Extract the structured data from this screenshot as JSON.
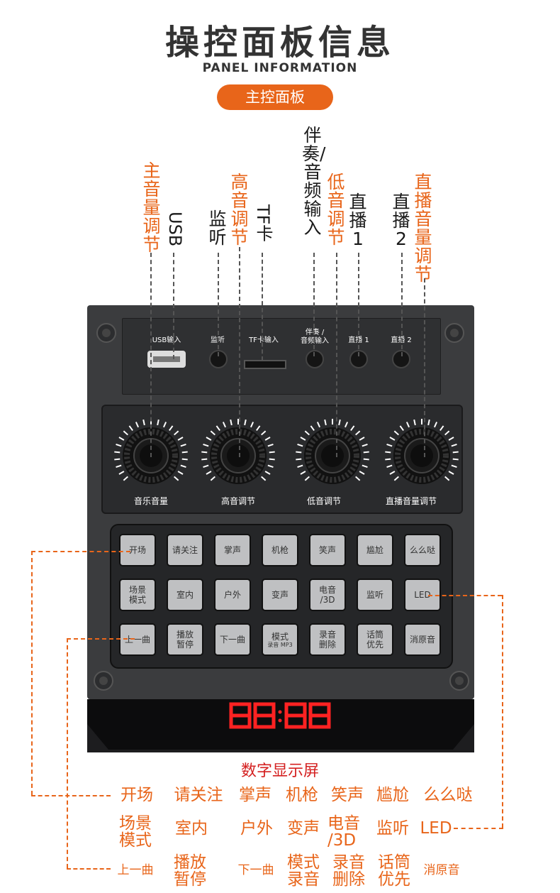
{
  "header": {
    "title": "操控面板信息",
    "subtitle": "PANEL INFORMATION",
    "section_label": "主控面板"
  },
  "top_labels": {
    "main_volume": "主音量调节",
    "usb": "USB",
    "monitor": "监听",
    "treble": "高音调节",
    "tf": "TF卡",
    "accompaniment": "伴奏/音频输入",
    "bass": "低音调节",
    "live1": "直播1",
    "live2": "直播2",
    "live_volume": "直播音量调节"
  },
  "port_panel": {
    "usb_input": "USB输入",
    "monitor": "监听",
    "tf_input": "TF卡输入",
    "accompaniment_line1": "伴奏 /",
    "accompaniment_line2": "音频输入",
    "live1": "直播 1",
    "live2": "直播 2"
  },
  "knobs": {
    "music_volume": "音乐音量",
    "treble": "高音调节",
    "bass": "低音调节",
    "live_volume": "直播音量调节"
  },
  "buttons": {
    "row1": [
      "开场",
      "请关注",
      "掌声",
      "机枪",
      "笑声",
      "尴尬",
      "么么哒"
    ],
    "row2_b1_l1": "场景",
    "row2_b1_l2": "模式",
    "row2_b2": "室内",
    "row2_b3": "户外",
    "row2_b4": "变声",
    "row2_b5_l1": "电音",
    "row2_b5_l2": "/3D",
    "row2_b6": "监听",
    "row2_b7": "LED",
    "row3_b1": "上一曲",
    "row3_b2_l1": "播放",
    "row3_b2_l2": "暂停",
    "row3_b3": "下一曲",
    "row3_b4_l1": "模式",
    "row3_b4_l2": "录音 MP3",
    "row3_b5_l1": "录音",
    "row3_b5_l2": "删除",
    "row3_b6_l1": "话筒",
    "row3_b6_l2": "优先",
    "row3_b7": "消原音"
  },
  "display": {
    "digits": "88:88",
    "caption": "数字显示屏"
  },
  "legend": {
    "row1": [
      "开场",
      "请关注",
      "掌声",
      "机枪",
      "笑声",
      "尴尬",
      "么么哒"
    ],
    "r2_1a": "场景",
    "r2_1b": "模式",
    "r2_2": "室内",
    "r2_3": "户外",
    "r2_4": "变声",
    "r2_5a": "电音",
    "r2_5b": "/3D",
    "r2_6": "监听",
    "r2_7": "LED",
    "r3_1": "上一曲",
    "r3_2a": "播放",
    "r3_2b": "暂停",
    "r3_3": "下一曲",
    "r3_4a": "模式",
    "r3_4b": "录音",
    "r3_5a": "录音",
    "r3_5b": "删除",
    "r3_6a": "话筒",
    "r3_6b": "优先",
    "r3_7": "消原音"
  },
  "colors": {
    "accent_orange": "#e8651a",
    "display_red": "#ff2222",
    "caption_red": "#d42020"
  }
}
